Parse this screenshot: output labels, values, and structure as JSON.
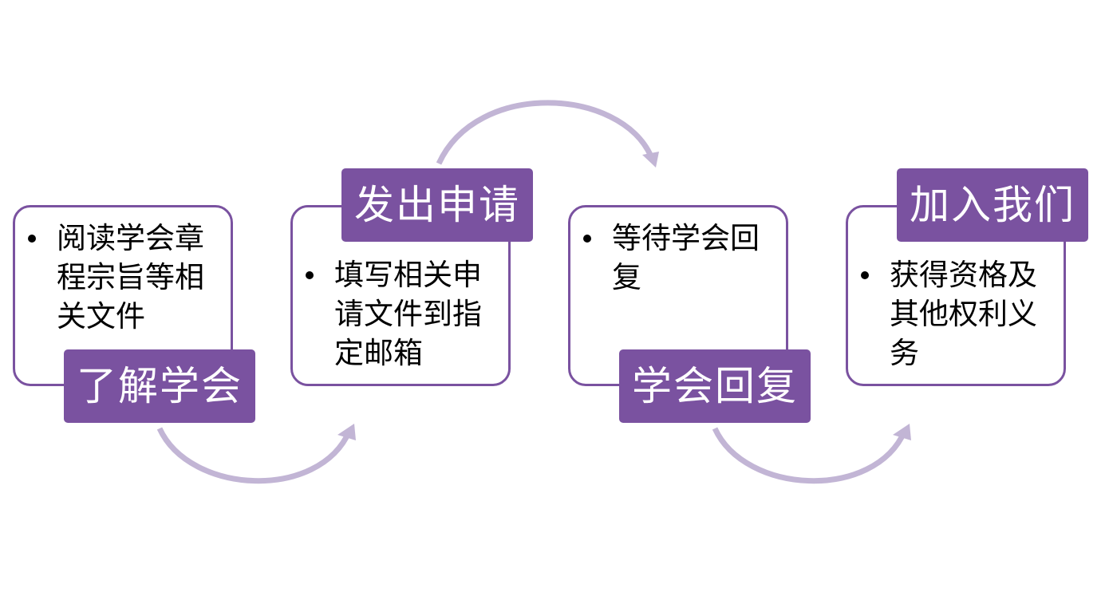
{
  "steps": [
    {
      "title": "了解学会",
      "bullet": "阅读学会章程宗旨等相关文件"
    },
    {
      "title": "发出申请",
      "bullet": "填写相关申请文件到指定邮箱"
    },
    {
      "title": "学会回复",
      "bullet": "等待学会回复"
    },
    {
      "title": "加入我们",
      "bullet": "获得资格及其他权利义务"
    }
  ],
  "colors": {
    "box_border": "#7a52a0",
    "label_fill": "#7a52a0",
    "arrow": "#c2b5d5"
  }
}
